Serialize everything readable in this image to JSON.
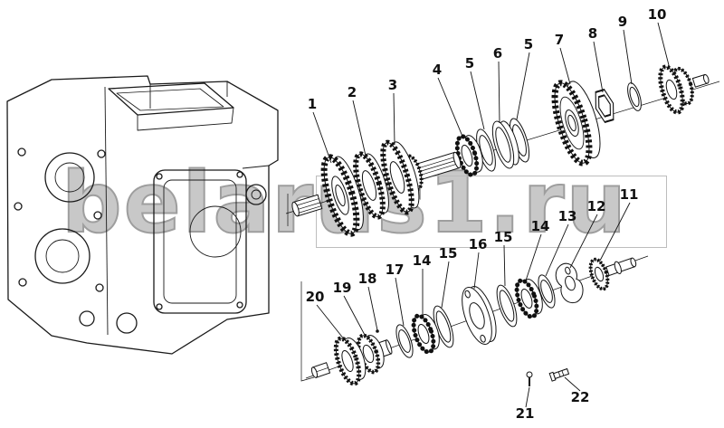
{
  "watermark": {
    "text": "belarus1.ru"
  },
  "figure": {
    "callouts": [
      {
        "label": "1"
      },
      {
        "label": "2"
      },
      {
        "label": "3"
      },
      {
        "label": "4"
      },
      {
        "label": "5"
      },
      {
        "label": "6"
      },
      {
        "label": "5"
      },
      {
        "label": "7"
      },
      {
        "label": "8"
      },
      {
        "label": "9"
      },
      {
        "label": "10"
      },
      {
        "label": "20"
      },
      {
        "label": "19"
      },
      {
        "label": "18"
      },
      {
        "label": "17"
      },
      {
        "label": "14"
      },
      {
        "label": "15"
      },
      {
        "label": "16"
      },
      {
        "label": "15"
      },
      {
        "label": "14"
      },
      {
        "label": "13"
      },
      {
        "label": "12"
      },
      {
        "label": "11"
      },
      {
        "label": "21"
      },
      {
        "label": "22"
      }
    ]
  }
}
